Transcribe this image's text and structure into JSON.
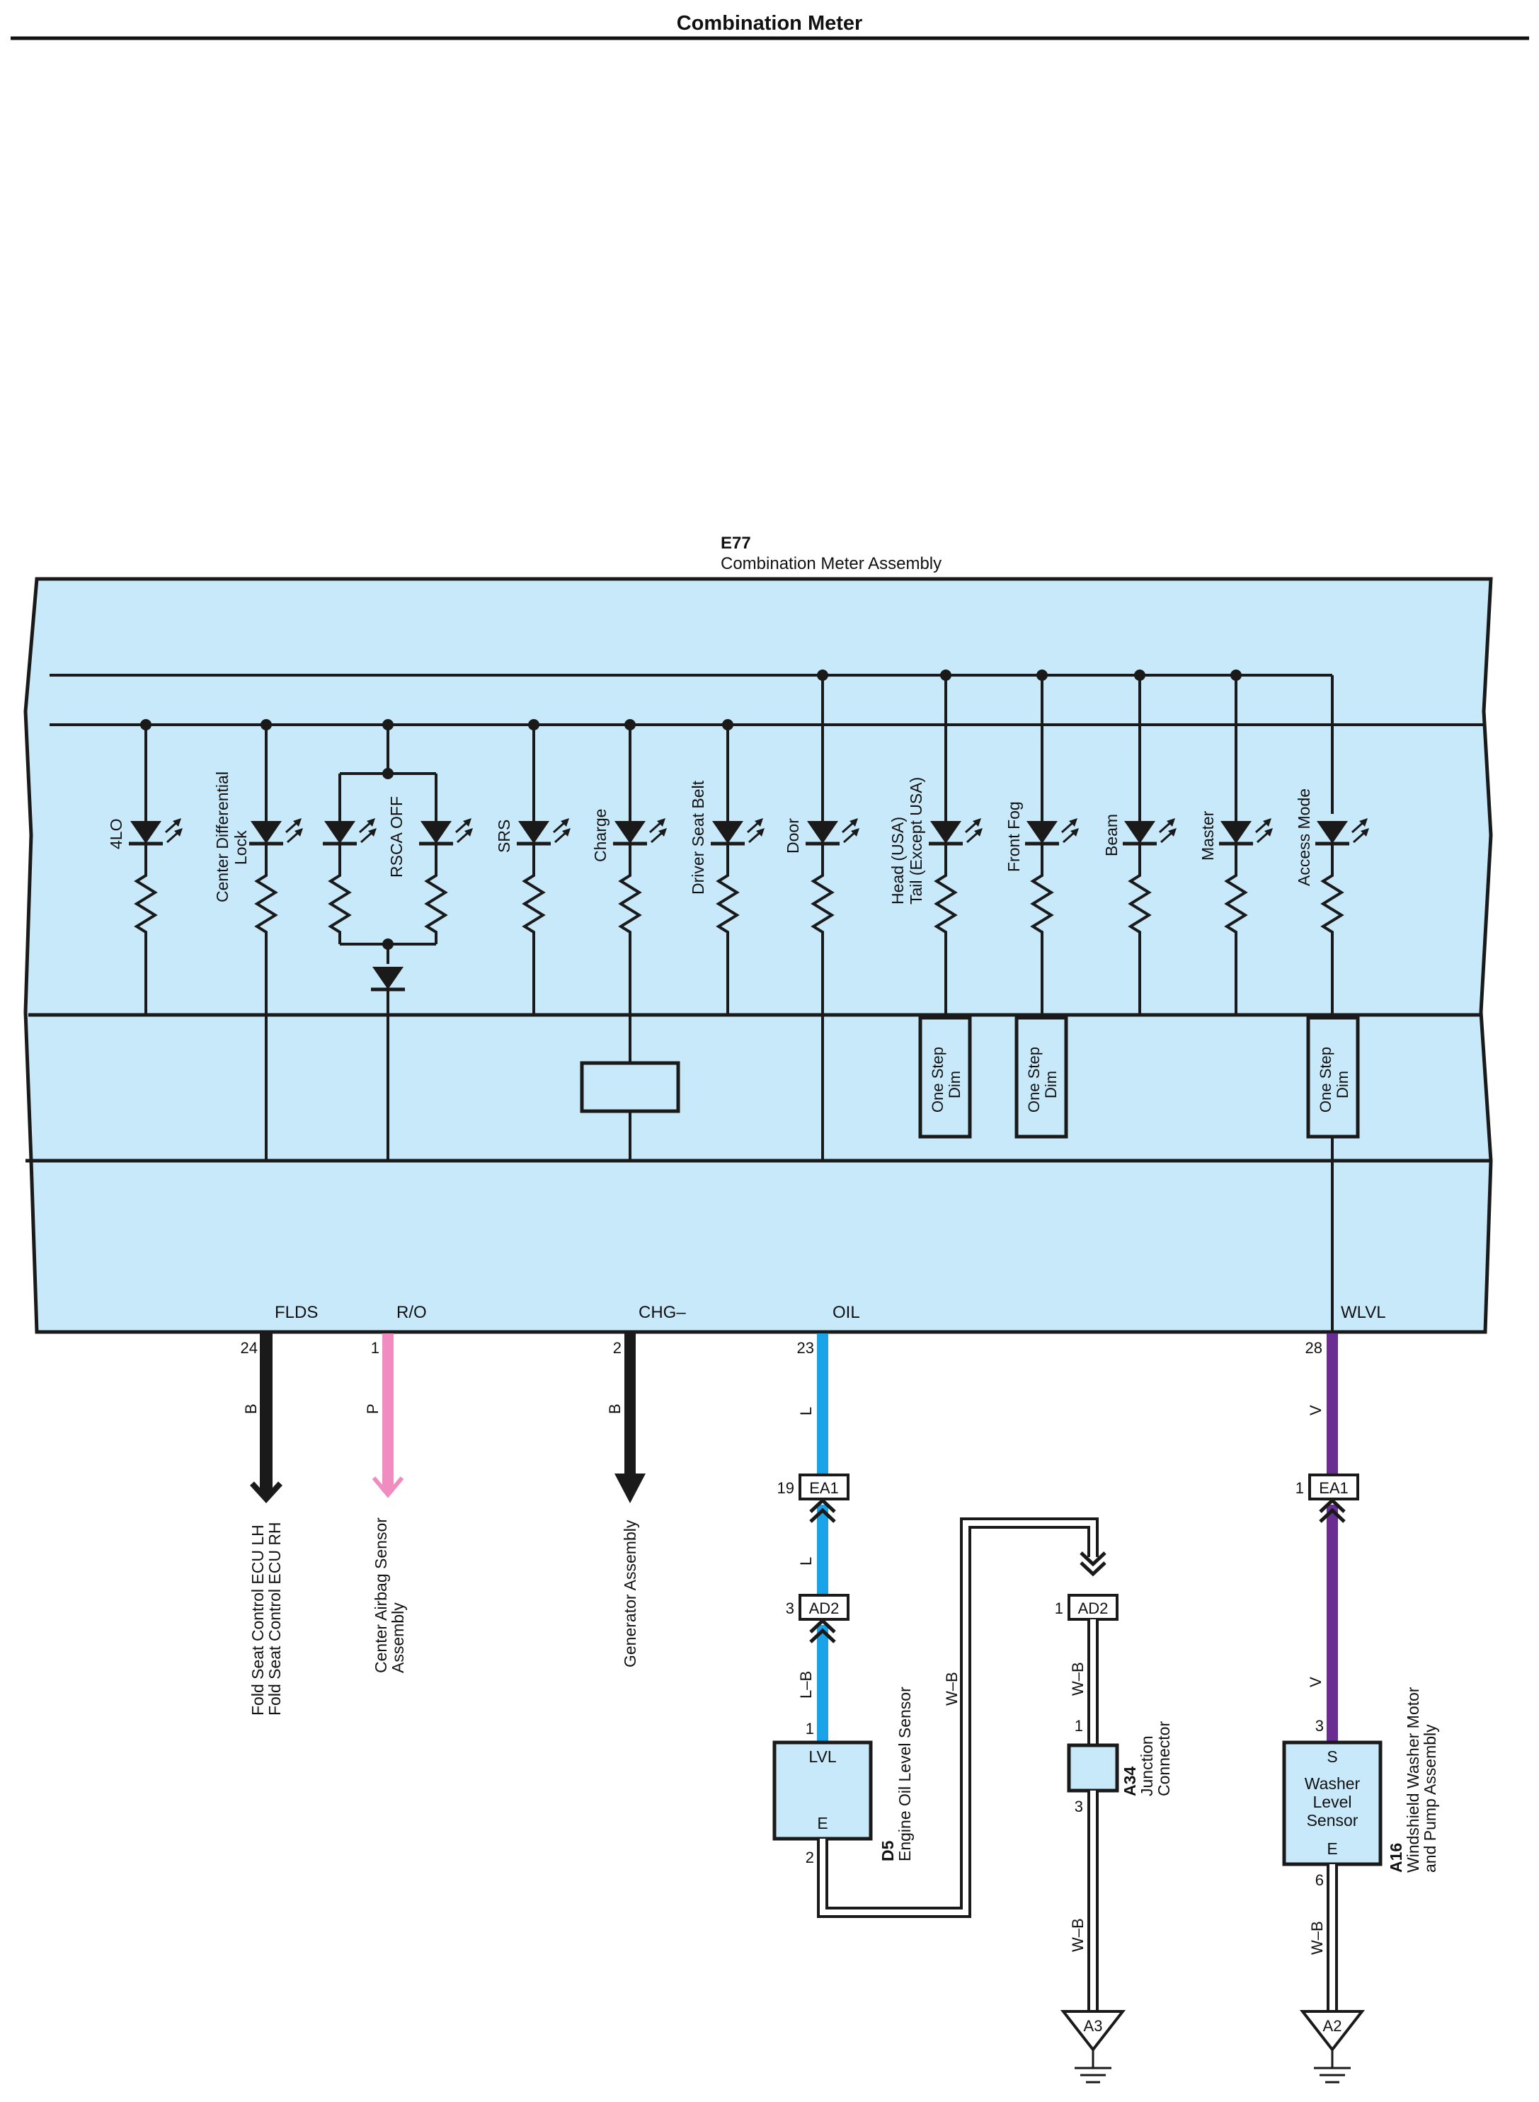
{
  "page": {
    "title": "Combination Meter"
  },
  "meter": {
    "id": "E77",
    "name": "Combination Meter Assembly"
  },
  "indicators": {
    "lo4": "4LO",
    "center_diff_1": "Center Differential",
    "center_diff_2": "Lock",
    "rsca": "RSCA OFF",
    "srs": "SRS",
    "charge": "Charge",
    "seatbelt": "Driver Seat Belt",
    "door": "Door",
    "head_1": "Head (USA)",
    "head_2": "Tail (Except USA)",
    "fog": "Front Fog",
    "beam": "Beam",
    "master": "Master",
    "access": "Access Mode"
  },
  "dim_boxes": {
    "line1": "One Step",
    "line2": "Dim"
  },
  "terminals": {
    "flds": "FLDS",
    "ro": "R/O",
    "chg": "CHG–",
    "oil": "OIL",
    "wlvl": "WLVL"
  },
  "pins": {
    "flds": "24",
    "ro": "1",
    "chg": "2",
    "oil": "23",
    "wlvl": "28"
  },
  "wire_colors": {
    "flds": "B",
    "ro": "P",
    "chg": "B",
    "oil": "L",
    "oil_2": "L",
    "oil_3": "L–B",
    "wlvl": "V",
    "wlvl_2": "V",
    "wb_1": "W–B",
    "wb_2": "W–B",
    "wb_3": "W–B",
    "wb_4": "W–B",
    "hex": {
      "black": "#1a1a1a",
      "pink": "#f08cbf",
      "blue": "#1aa3e8",
      "violet": "#6a2d91",
      "panel": "#c8e9fa"
    }
  },
  "connectors": {
    "ea1_oil": {
      "name": "EA1",
      "pin": "19"
    },
    "ad2_oil": {
      "name": "AD2",
      "pin": "3"
    },
    "ad2_right": {
      "name": "AD2",
      "pin": "1"
    },
    "ea1_wlvl": {
      "name": "EA1",
      "pin": "1"
    }
  },
  "destinations": {
    "flds_1": "Fold Seat Control ECU LH",
    "flds_2": "Fold Seat Control ECU RH",
    "airbag_1": "Center Airbag Sensor",
    "airbag_2": "Assembly",
    "generator": "Generator Assembly"
  },
  "d5": {
    "id": "D5",
    "name": "Engine Oil Level Sensor",
    "term_top": "LVL",
    "term_bottom": "E",
    "pin_bottom": "2"
  },
  "a34": {
    "id": "A34",
    "name_1": "Junction",
    "name_2": "Connector",
    "pin_top": "1",
    "pin_bottom": "3"
  },
  "a16": {
    "id": "A16",
    "name_1": "Windshield Washer Motor",
    "name_2": "and Pump Assembly",
    "term_top": "S",
    "body_1": "Washer",
    "body_2": "Level",
    "body_3": "Sensor",
    "term_bottom": "E",
    "pin_top": "3",
    "pin_bottom": "6"
  },
  "grounds": {
    "a3": "A3",
    "a2": "A2"
  }
}
